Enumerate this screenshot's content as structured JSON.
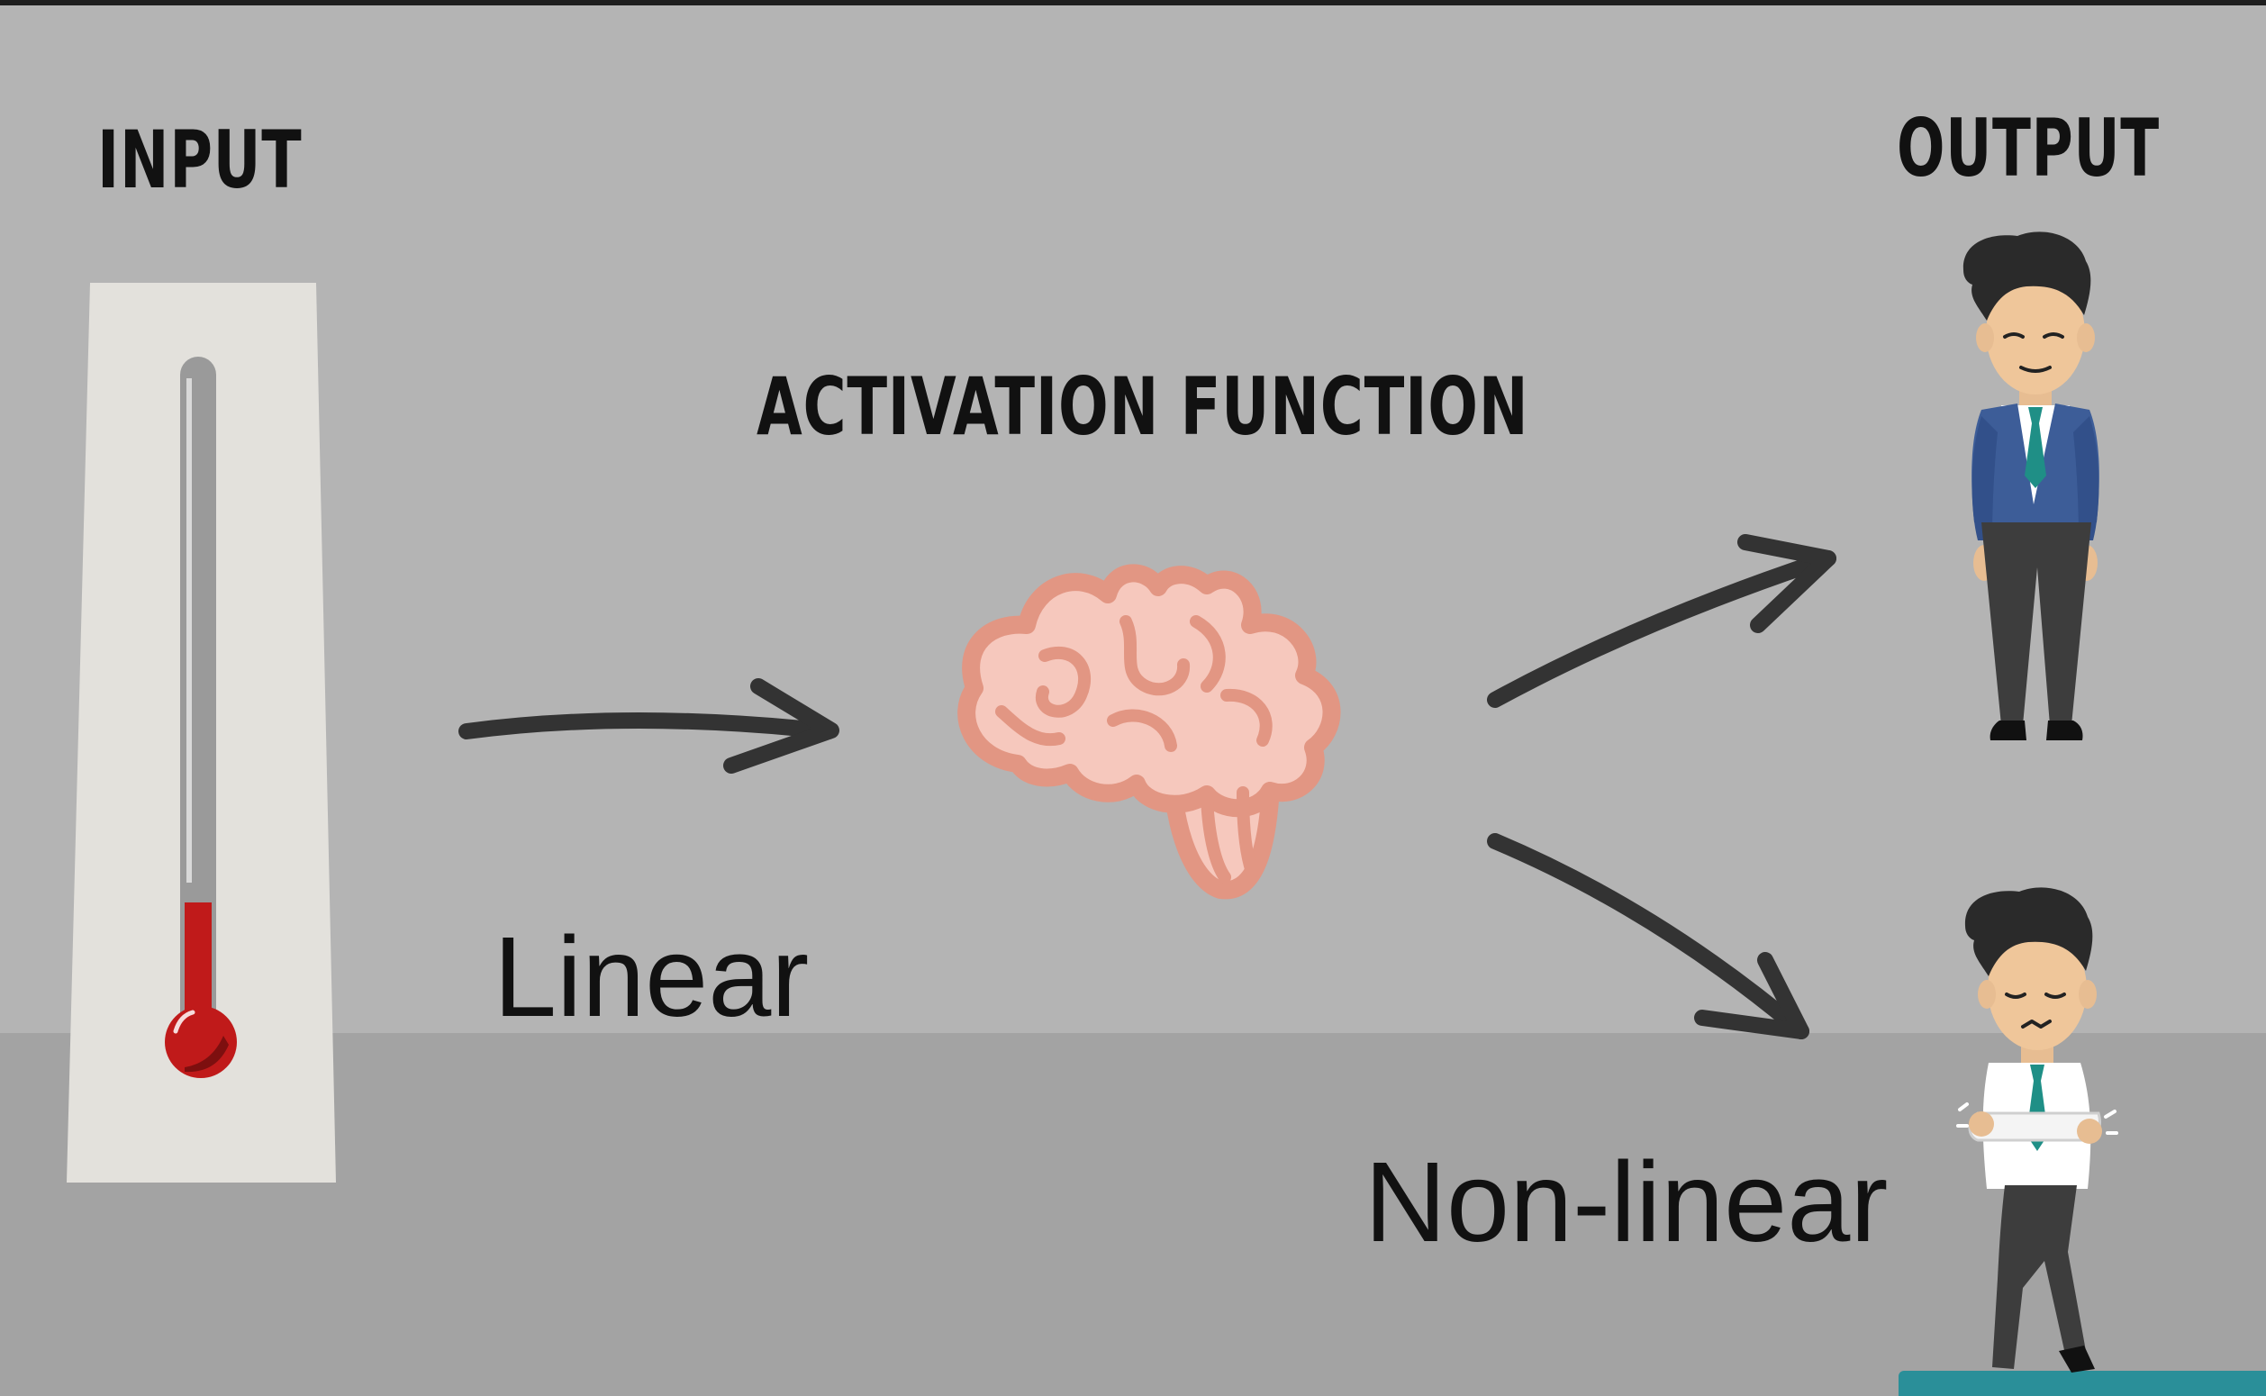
{
  "labels": {
    "input": "INPUT",
    "activation_function": "ACTIVATION FUNCTION",
    "output": "OUTPUT",
    "linear": "Linear",
    "non_linear": "Non-linear"
  },
  "illustrations": {
    "thermometer_icon": "thermometer-icon",
    "brain_icon": "brain-icon",
    "happy_person_icon": "businessman-suit-icon",
    "cold_person_icon": "shivering-businessman-icon"
  },
  "colors": {
    "background": "#b4b4b4",
    "floor": "#a3a3a3",
    "text": "#111111",
    "arrow": "#333333",
    "thermometer_mercury": "#c01a1a",
    "thermometer_board": "#e3e1dc",
    "brain_fill": "#f6c8bd",
    "brain_outline": "#e29683",
    "suit": "#3d5d98"
  },
  "thermometer": {
    "level": 0.2
  }
}
